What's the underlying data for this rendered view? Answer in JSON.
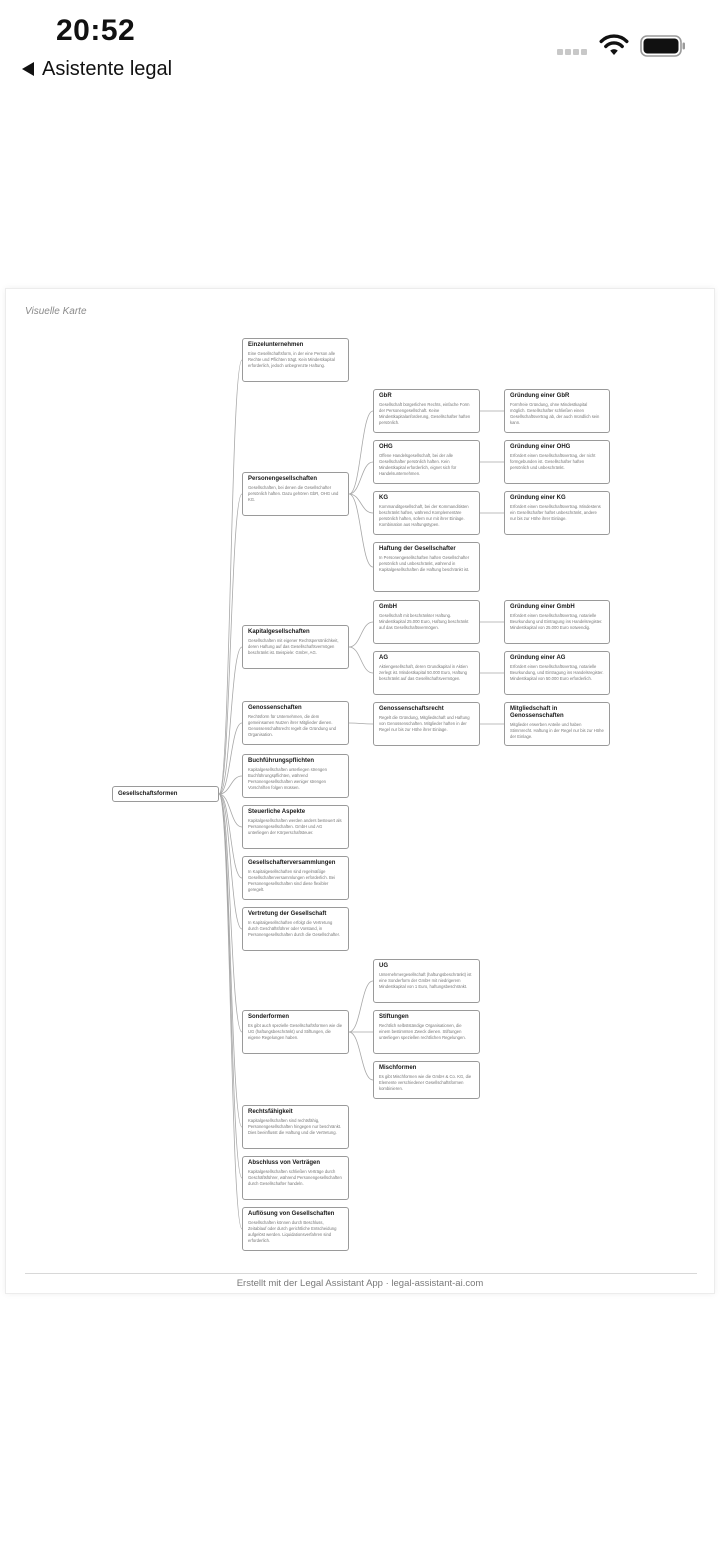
{
  "status": {
    "time": "20:52"
  },
  "nav": {
    "back_label": "Asistente legal"
  },
  "card": {
    "title": "Visuelle Karte",
    "footer": "Erstellt mit der Legal Assistant App · legal-assistant-ai.com"
  },
  "mindmap": {
    "root": "Gesellschaftsformen",
    "branches": [
      {
        "title": "Einzelunternehmen",
        "desc": "Eine Gesellschaftsform, in der eine Person alle Rechte und Pflichten trägt. Kein Mindestkapital erforderlich, jedoch unbegrenzte Haftung."
      },
      {
        "title": "Personengesellschaften",
        "desc": "Gesellschaften, bei denen die Gesellschafter persönlich haften. Dazu gehören GbR, OHG und KG."
      },
      {
        "title": "Kapitalgesellschaften",
        "desc": "Gesellschaften mit eigener Rechtspersönlichkeit, deren Haftung auf das Gesellschaftsvermögen beschränkt ist. Beispiele: GmbH, AG."
      },
      {
        "title": "Genossenschaften",
        "desc": "Rechtsform für Unternehmen, die dem gemeinsamen Nutzen ihrer Mitglieder dienen. Genossenschaftsrecht regelt die Gründung und Organisation."
      },
      {
        "title": "Buchführungspflichten",
        "desc": "Kapitalgesellschaften unterliegen strengen Buchführungspflichten, während Personengesellschaften weniger strengen Vorschriften folgen müssen."
      },
      {
        "title": "Steuerliche Aspekte",
        "desc": "Kapitalgesellschaften werden anders besteuert als Personengesellschaften. GmbH und AG unterliegen der Körperschaftsteuer."
      },
      {
        "title": "Gesellschafterversammlungen",
        "desc": "In Kapitalgesellschaften sind regelmäßige Gesellschafterversammlungen erforderlich. Bei Personengesellschaften sind diese flexibler geregelt."
      },
      {
        "title": "Vertretung der Gesellschaft",
        "desc": "In Kapitalgesellschaften erfolgt die Vertretung durch Geschäftsführer oder Vorstand, in Personengesellschaften durch die Gesellschafter."
      },
      {
        "title": "Sonderformen",
        "desc": "Es gibt auch spezielle Gesellschaftsformen wie die UG (haftungsbeschränkt) und Stiftungen, die eigene Regelungen haben."
      },
      {
        "title": "Rechtsfähigkeit",
        "desc": "Kapitalgesellschaften sind rechtsfähig, Personengesellschaften hingegen nur beschränkt. Dies beeinflusst die Haftung und die Vertretung."
      },
      {
        "title": "Abschluss von Verträgen",
        "desc": "Kapitalgesellschaften schließen Verträge durch Geschäftsführer, während Personengesellschaften durch Gesellschafter handeln."
      },
      {
        "title": "Auflösung von Gesellschaften",
        "desc": "Gesellschaften können durch Beschluss, Zeitablauf oder durch gerichtliche Entscheidung aufgelöst werden. Liquidationsverfahren sind erforderlich."
      }
    ],
    "level2": [
      {
        "title": "GbR",
        "desc": "Gesellschaft bürgerlichen Rechts, einfache Form der Personengesellschaft. Keine Mindestkapitalanforderung, Gesellschafter haften persönlich."
      },
      {
        "title": "OHG",
        "desc": "Offene Handelsgesellschaft, bei der alle Gesellschafter persönlich haften. Kein Mindestkapital erforderlich, eignet sich für Handelsunternehmen."
      },
      {
        "title": "KG",
        "desc": "Kommanditgesellschaft, bei der Kommanditisten beschränkt haften, während Komplementäre persönlich haften, sofern nur mit ihrer Einlage. Kombination aus Haftungstypen."
      },
      {
        "title": "Haftung der Gesellschafter",
        "desc": "In Personengesellschaften haften Gesellschafter persönlich und unbeschränkt, während in Kapitalgesellschaften die Haftung beschränkt ist."
      },
      {
        "title": "GmbH",
        "desc": "Gesellschaft mit beschränkter Haftung. Mindestkapital 25.000 Euro, Haftung beschränkt auf das Gesellschaftsvermögen."
      },
      {
        "title": "AG",
        "desc": "Aktiengesellschaft, deren Grundkapital in Aktien zerlegt ist. Mindestkapital 50.000 Euro, Haftung beschränkt auf das Gesellschaftsvermögen."
      },
      {
        "title": "Genossenschaftsrecht",
        "desc": "Regelt die Gründung, Mitgliedschaft und Haftung von Genossenschaften. Mitglieder haften in der Regel nur bis zur Höhe ihrer Einlage."
      },
      {
        "title": "UG",
        "desc": "Unternehmergesellschaft (haftungsbeschränkt) ist eine Sonderform der GmbH mit niedrigerem Mindestkapital von 1 Euro, haftungsbeschränkt."
      },
      {
        "title": "Stiftungen",
        "desc": "Rechtlich selbstständige Organisationen, die einem bestimmten Zweck dienen. Stiftungen unterliegen speziellen rechtlichen Regelungen."
      },
      {
        "title": "Mischformen",
        "desc": "Es gibt Mischformen wie die GmbH & Co. KG, die Elemente verschiedener Gesellschaftsformen kombinieren."
      }
    ],
    "level3": [
      {
        "title": "Gründung einer GbR",
        "desc": "Formfreie Gründung, ohne Mindestkapital möglich. Gesellschafter schließen einen Gesellschaftsvertrag ab, der auch mündlich sein kann."
      },
      {
        "title": "Gründung einer OHG",
        "desc": "Erfordert einen Gesellschaftsvertrag, der nicht formgebunden ist. Gesellschafter haften persönlich und unbeschränkt."
      },
      {
        "title": "Gründung einer KG",
        "desc": "Erfordert einen Gesellschaftsvertrag. Mindestens ein Gesellschafter haftet unbeschränkt, andere nur bis zur Höhe ihrer Einlage."
      },
      {
        "title": "Gründung einer GmbH",
        "desc": "Erfordert einen Gesellschaftsvertrag, notarielle Beurkundung und Eintragung ins Handelsregister. Mindestkapital von 25.000 Euro notwendig."
      },
      {
        "title": "Gründung einer AG",
        "desc": "Erfordert einen Gesellschaftsvertrag, notarielle Beurkundung, und Eintragung ins Handelsregister. Mindestkapital von 50.000 Euro erforderlich."
      },
      {
        "title": "Mitgliedschaft in Genossenschaften",
        "desc": "Mitglieder erwerben Anteile und haben Stimmrecht. Haftung in der Regel nur bis zur Höhe der Einlage."
      }
    ]
  }
}
